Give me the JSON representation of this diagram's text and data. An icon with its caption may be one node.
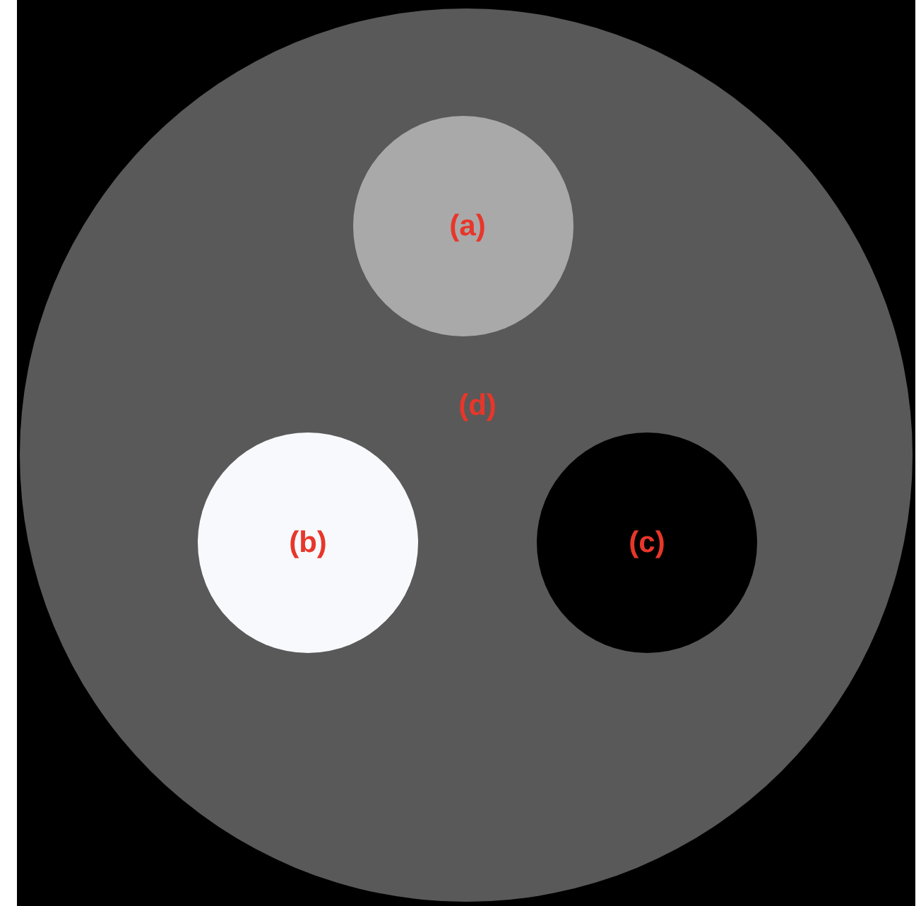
{
  "diagram": {
    "nodes": [
      {
        "text": [
          "(d)"
        ]
      },
      {
        "text": [
          "(a)"
        ],
        "in": 0
      },
      {
        "text": [
          "(b)"
        ],
        "in": 0
      },
      {
        "text": [
          "(c)"
        ],
        "in": 0
      }
    ]
  }
}
